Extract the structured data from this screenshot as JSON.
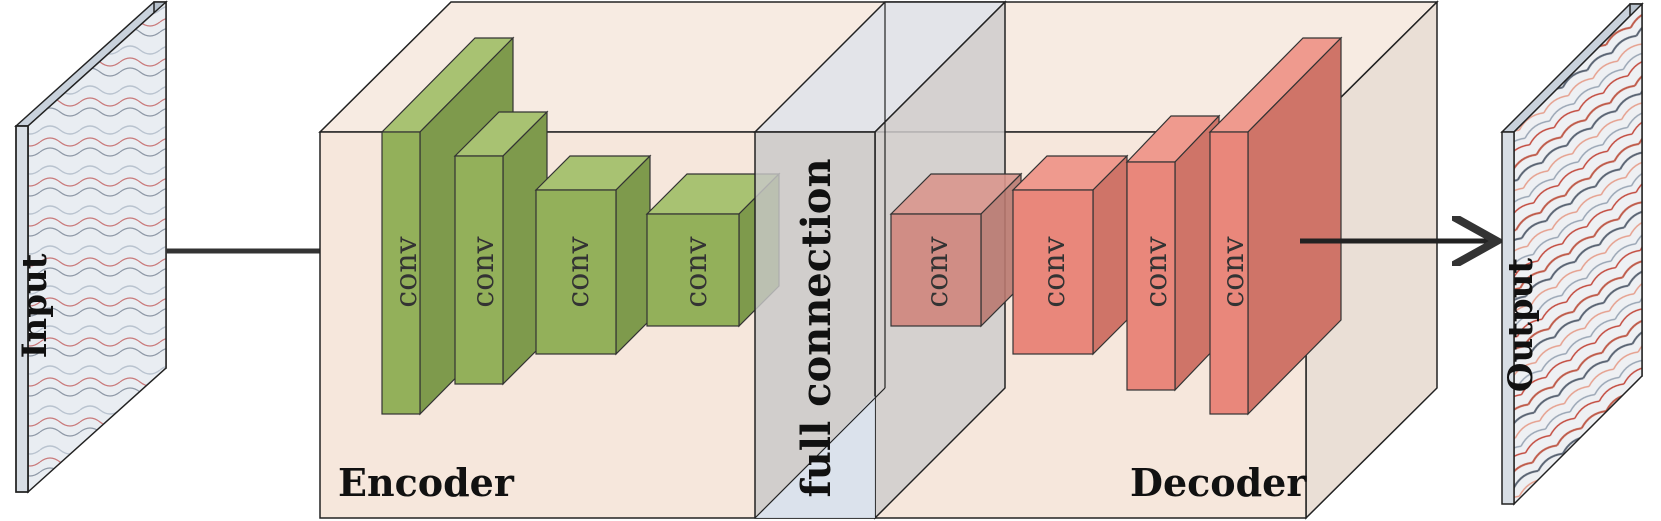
{
  "input_label": "Input",
  "output_label": "Output",
  "encoder_label": "Encoder",
  "decoder_label": "Decoder",
  "fc_label": "full connection",
  "conv_label": "conv",
  "encoder_blocks": 4,
  "decoder_blocks": 4,
  "colors": {
    "encoder_face": "#93b05a",
    "encoder_side": "#7e9a4c",
    "encoder_top": "#a8c272",
    "decoder_face": "#e9877b",
    "decoder_side": "#cf7468",
    "decoder_top": "#ef9a8e",
    "box_fill": "#f6e7dc",
    "fc_fill": "#c8c8c8",
    "fc_blue": "#dbe4ef",
    "arrow": "#333333"
  }
}
